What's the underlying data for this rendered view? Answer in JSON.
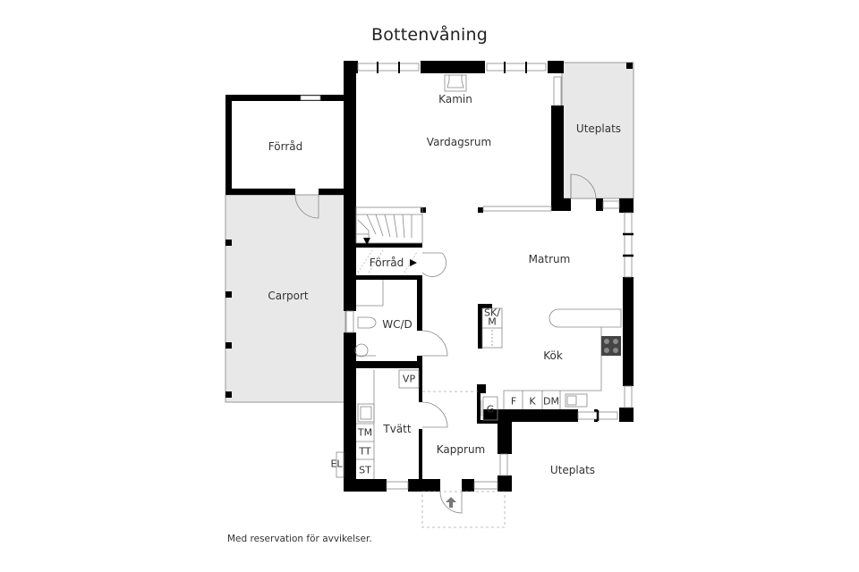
{
  "title": "Bottenvåning",
  "footer": "Med reservation för avvikelser.",
  "colors": {
    "wall": "#000000",
    "outdoor_fill": "#e8e8e8",
    "background": "#ffffff",
    "line": "#888888"
  },
  "rooms": {
    "kamin": "Kamin",
    "vardagsrum": "Vardagsrum",
    "uteplats_top": "Uteplats",
    "forrad_outer": "Förråd",
    "carport": "Carport",
    "forrad_stair": "Förråd",
    "matrum": "Matrum",
    "wcd": "WC/D",
    "kok": "Kök",
    "skm_1": "SK/",
    "skm_2": "M",
    "vp": "VP",
    "tvatt": "Tvätt",
    "g": "G",
    "f": "F",
    "k": "K",
    "dm": "DM",
    "tm": "TM",
    "tt": "TT",
    "st": "ST",
    "el": "EL",
    "kapprum": "Kapprum",
    "uteplats_bottom": "Uteplats"
  }
}
